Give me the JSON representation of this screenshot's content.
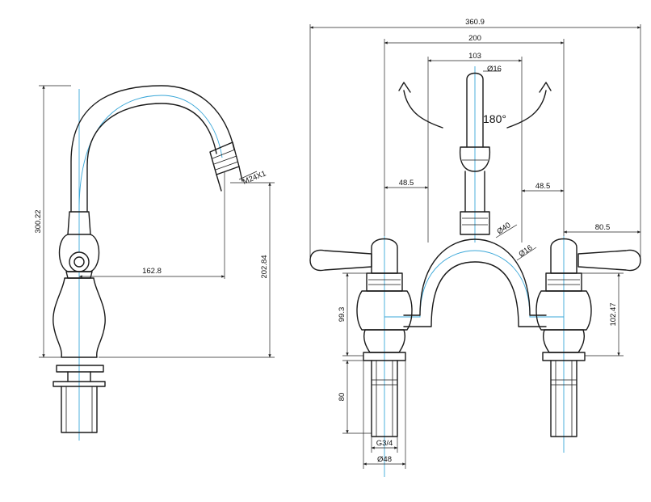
{
  "side_view": {
    "dim_total_height": "300.22",
    "dim_reach": "162.8",
    "dim_spout_height": "202.84",
    "dim_aerator_thread": "M24X1"
  },
  "front_view": {
    "dim_overall_width": "360.9",
    "dim_centres": "200",
    "dim_bridge": "103",
    "dim_spout_dia": "Ø16",
    "rotation": "180°",
    "dim_left_offset": "48.5",
    "dim_right_offset": "48.5",
    "dim_lever_reach": "80.5",
    "dim_bridge_dia": "Ø40",
    "dim_arm_dia": "Ø16",
    "dim_left_height": "99.3",
    "dim_right_height": "102.47",
    "dim_shank_length": "80",
    "dim_thread": "G3/4",
    "dim_base_dia": "Ø48"
  },
  "colors": {
    "line": "#1a1a1a",
    "axis": "#3aa7d8",
    "background": "#ffffff"
  }
}
